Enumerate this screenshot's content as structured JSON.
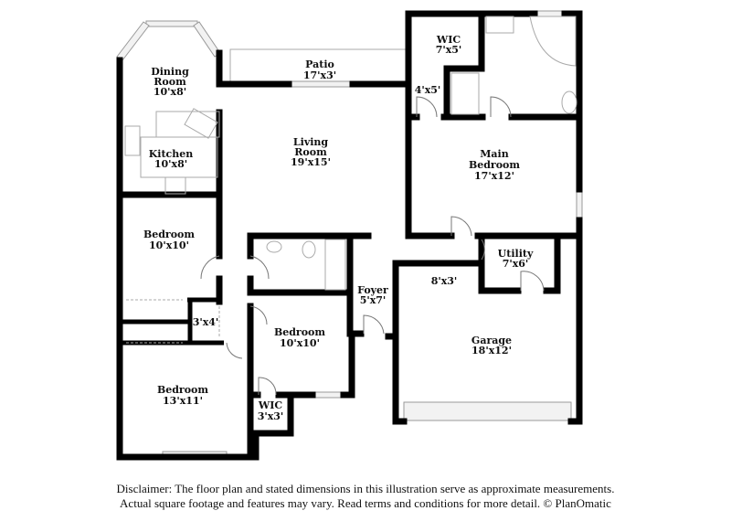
{
  "rooms": {
    "dining": {
      "name1": "Dining",
      "name2": "Room",
      "size": "10'x8'"
    },
    "patio": {
      "name": "Patio",
      "size": "17'x3'"
    },
    "kitchen": {
      "name": "Kitchen",
      "size": "10'x8'"
    },
    "living": {
      "name1": "Living",
      "name2": "Room",
      "size": "19'x15'"
    },
    "wic_main": {
      "name": "WIC",
      "size": "7'x5'"
    },
    "closet_4x5": {
      "size": "4'x5'"
    },
    "main_bedroom": {
      "name1": "Main",
      "name2": "Bedroom",
      "size": "17'x12'"
    },
    "utility": {
      "name": "Utility",
      "size": "7'x6'"
    },
    "storage_8x3": {
      "size": "8'x3'"
    },
    "garage": {
      "name": "Garage",
      "size": "18'x12'"
    },
    "foyer": {
      "name": "Foyer",
      "size": "5'x7'"
    },
    "bedroom_a": {
      "name": "Bedroom",
      "size": "10'x10'"
    },
    "closet_3x4": {
      "size": "3'x4'"
    },
    "bedroom_b": {
      "name": "Bedroom",
      "size": "10'x10'"
    },
    "bedroom_c": {
      "name": "Bedroom",
      "size": "13'x11'"
    },
    "wic_small": {
      "name": "WIC",
      "size": "3'x3'"
    }
  },
  "disclaimer": {
    "line1": "Disclaimer: The floor plan and stated dimensions in this illustration serve as approximate measurements.",
    "line2": "Actual square footage and features may vary. Read terms and conditions for more detail. © PlanOmatic"
  }
}
